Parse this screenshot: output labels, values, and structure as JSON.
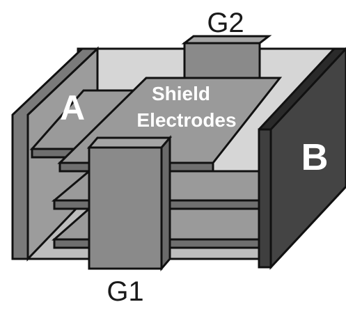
{
  "labels": {
    "g2": "G2",
    "g1": "G1",
    "a": "A",
    "b": "B",
    "shield_line1": "Shield",
    "shield_line2": "Electrodes"
  },
  "colors": {
    "outline": "#111111",
    "frame_fill": "#c9c9c9",
    "floor_fill": "#bdbdbd",
    "plate_top": "#9a9a9a",
    "plate_edge": "#6f6f6f",
    "terminal_dark": "#3f3f3f",
    "terminal_side": "#2a2a2a",
    "ground_block": "#8a8a8a",
    "ground_block_side": "#6a6a6a"
  }
}
